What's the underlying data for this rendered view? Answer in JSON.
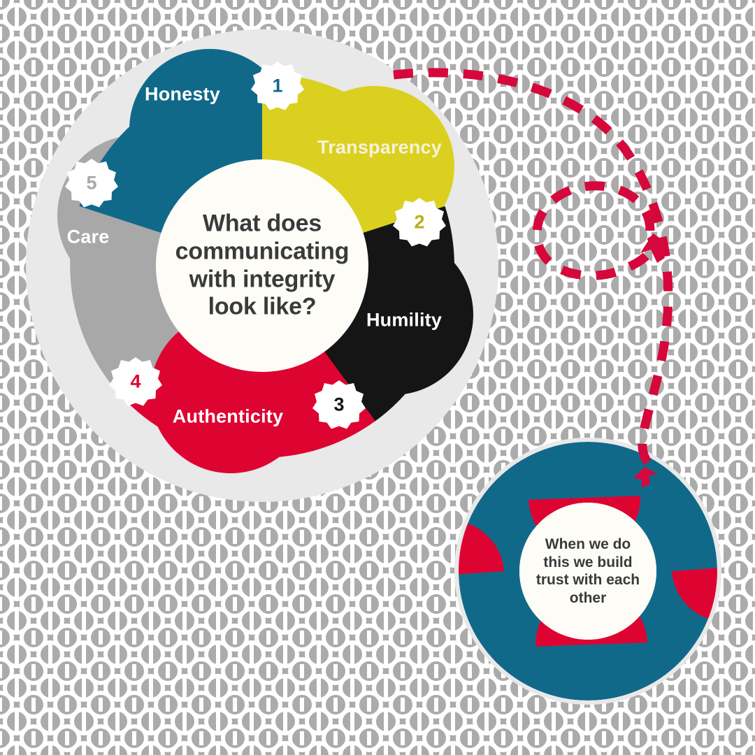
{
  "palette": {
    "teal": "#11698A",
    "yellow": "#DBD01F",
    "black": "#151515",
    "red": "#DE0432",
    "gray": "#A8A8A8",
    "background_gray": "#ABABAB",
    "background_line": "#FFFFFF",
    "center_white": "#FDFCF7",
    "text_dark": "#3A3A3A",
    "label_light": "#FFFFFF",
    "label_cream": "#F6F2DC",
    "shadow_ring": "#E9E9E9"
  },
  "center": {
    "question_line_1": "What does",
    "question_line_2": "communicating",
    "question_line_3": "with integrity",
    "question_line_4": "look like?"
  },
  "wheel": {
    "segments": [
      {
        "number": "1",
        "label": "Honesty",
        "color": "#11698A",
        "label_color": "#FFFFFF",
        "badge_number_color": "#11698A"
      },
      {
        "number": "2",
        "label": "Transparency",
        "color": "#DBD01F",
        "label_color": "#F6F2DC",
        "badge_number_color": "#B9AF14"
      },
      {
        "number": "3",
        "label": "Humility",
        "color": "#151515",
        "label_color": "#FFFFFF",
        "badge_number_color": "#151515"
      },
      {
        "number": "4",
        "label": "Authenticity",
        "color": "#DE0432",
        "label_color": "#FFFFFF",
        "badge_number_color": "#DE0432"
      },
      {
        "number": "5",
        "label": "Care",
        "color": "#A8A8A8",
        "label_color": "#FFFFFF",
        "badge_number_color": "#A8A8A8"
      }
    ]
  },
  "lifering": {
    "text_line_1": "When we do",
    "text_line_2": "this we build",
    "text_line_3": "trust with each",
    "text_line_4": "other",
    "ring_color": "#11698A",
    "marker_color": "#DE0432",
    "marker_count": 4,
    "inner_color": "#FDFCF7"
  },
  "connector": {
    "type": "dashed-spiral-arrow",
    "color": "#D6083B",
    "dash_style": "dashed",
    "has_arrowhead": true
  },
  "chart_data": {
    "type": "pie",
    "title": "What does communicating with integrity look like?",
    "categories": [
      "Honesty",
      "Transparency",
      "Humility",
      "Authenticity",
      "Care"
    ],
    "values": [
      20,
      20,
      20,
      20,
      20
    ],
    "labels": [
      "1",
      "2",
      "3",
      "4",
      "5"
    ],
    "colors": [
      "#11698A",
      "#DBD01F",
      "#151515",
      "#DE0432",
      "#A8A8A8"
    ],
    "legend": "none",
    "grid": false,
    "annotation": "When we do this we build trust with each other"
  }
}
